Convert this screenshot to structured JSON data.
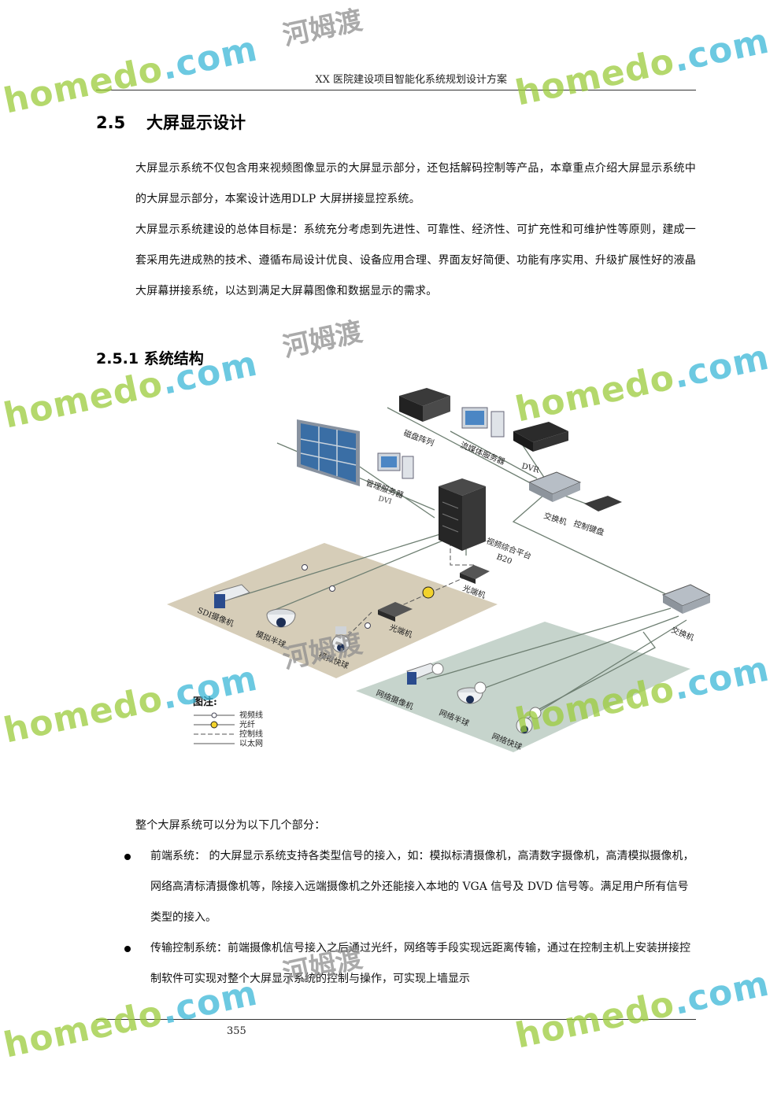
{
  "header": {
    "title": "XX 医院建设项目智能化系统规划设计方案"
  },
  "section": {
    "number": "2.5",
    "title": "大屏显示设计"
  },
  "intro": {
    "p1": "大屏显示系统不仅包含用来视频图像显示的大屏显示部分，还包括解码控制等产品，本章重点介绍大屏显示系统中的大屏显示部分，本案设计选用DLP 大屏拼接显控系统。",
    "p2": "大屏显示系统建设的总体目标是：系统充分考虑到先进性、可靠性、经济性、可扩充性和可维护性等原则，建成一套采用先进成熟的技术、遵循布局设计优良、设备应用合理、界面友好简便、功能有序实用、升级扩展性好的液晶大屏幕拼接系统，以达到满足大屏幕图像和数据显示的需求。"
  },
  "subsection": {
    "number": "2.5.1",
    "title": "系统结构"
  },
  "diagram": {
    "labels": {
      "disk_array": "磁盘阵列",
      "stream_server": "流媒体服务器",
      "dvr": "DVR",
      "mgmt_server": "管理服务器",
      "dvi": "DVI",
      "switch_top": "交换机",
      "control_keyboard": "控制键盘",
      "platform": "视频综合平台",
      "platform_model": "B20",
      "optical_1": "光端机",
      "optical_2": "光端机",
      "sdi_camera": "SDI摄像机",
      "analog_dome": "模拟半球",
      "analog_speed_dome": "模拟快球",
      "switch_right": "交换机",
      "net_camera": "网络摄像机",
      "net_dome": "网络半球",
      "net_speed_dome": "网络快球"
    },
    "legend": {
      "title": "图注:",
      "items": [
        "视频线",
        "光纤",
        "控制线",
        "以太网"
      ]
    }
  },
  "body": {
    "lead": "整个大屏系统可以分为以下几个部分：",
    "bullet1": "前端系统：  的大屏显示系统支持各类型信号的接入，如：模拟标清摄像机，高清数字摄像机，高清模拟摄像机，网络高清标清摄像机等，除接入远端摄像机之外还能接入本地的 VGA 信号及 DVD 信号等。满足用户所有信号类型的接入。",
    "bullet2": "传输控制系统：前端摄像机信号接入之后通过光纤，网络等手段实现远距离传输，通过在控制主机上安装拼接控制软件可实现对整个大屏显示系统的控制与操作，可实现上墙显示"
  },
  "footer": {
    "page_number": "355"
  },
  "watermark": {
    "en_a": "home",
    "en_b": "do",
    "en_c": ".com",
    "cn": "河姆渡"
  },
  "colors": {
    "brand_green": "#9ccc3c",
    "brand_blue": "#3cb8d8",
    "floor_left": "#d6cdb8",
    "floor_right": "#c6d4cc"
  }
}
